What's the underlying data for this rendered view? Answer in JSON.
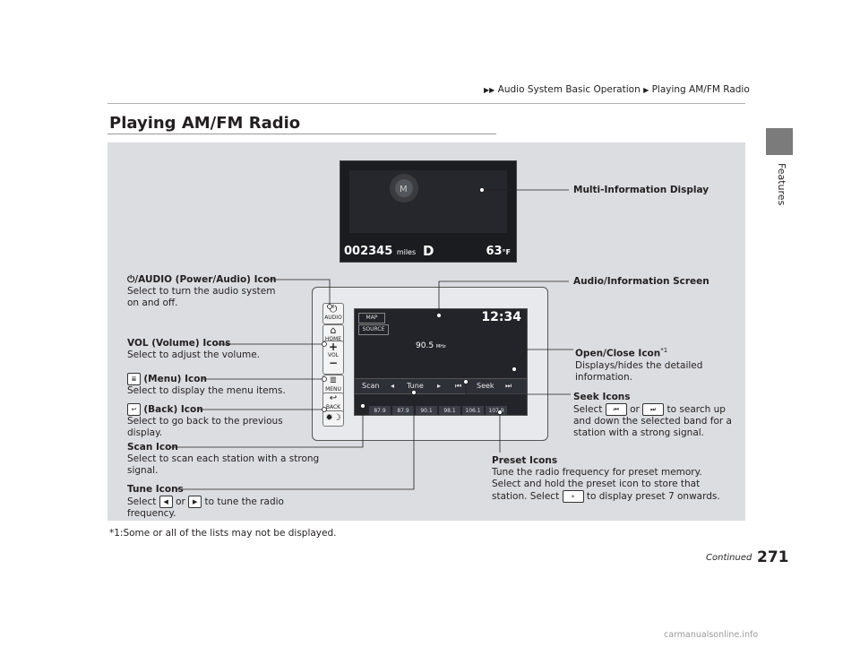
{
  "breadcrumb": {
    "part1": "Audio System Basic Operation",
    "part2": "Playing AM/FM Radio"
  },
  "page_title": "Playing AM/FM Radio",
  "side_tab": "Features",
  "mid_display": {
    "odometer": "002345",
    "odometer_unit": "miles",
    "gear": "D",
    "temperature": "63",
    "temperature_unit": "°F"
  },
  "screen": {
    "clock": "12:34",
    "map_label": "MAP",
    "source_label": "SOURCE",
    "frequency": "90.5",
    "frequency_unit": "MHz",
    "scan": "Scan",
    "tune": "Tune",
    "seek": "Seek",
    "presets": [
      "87.9",
      "87.9",
      "90.1",
      "98.1",
      "106.1",
      "107.9"
    ]
  },
  "unit_buttons": {
    "power": "AUDIO",
    "home": "HOME",
    "vol": "VOL",
    "menu": "MENU",
    "back": "BACK"
  },
  "callouts": {
    "power_title": "/AUDIO (Power/Audio) Icon",
    "power_desc1": "Select to turn the audio system",
    "power_desc2": "on and off.",
    "vol_title": "VOL (Volume) Icons",
    "vol_desc": "Select to adjust the volume.",
    "menu_title": "(Menu) Icon",
    "menu_desc": "Select to display the menu items.",
    "back_title": "(Back) Icon",
    "back_desc1": "Select to go back to the previous",
    "back_desc2": "display.",
    "scan_title": "Scan Icon",
    "scan_desc1": "Select to scan each station with a strong",
    "scan_desc2": "signal.",
    "tune_title": "Tune Icons",
    "tune_desc_a": "Select",
    "tune_desc_or": "or",
    "tune_desc_b": "to tune the radio",
    "tune_desc2": "frequency.",
    "mid_title": "Multi-Information Display",
    "screen_title": "Audio/Information Screen",
    "openclose_title": "Open/Close Icon",
    "openclose_sup": "*1",
    "openclose_desc1": "Displays/hides the detailed",
    "openclose_desc2": "information.",
    "seek_title": "Seek Icons",
    "seek_desc_a": "Select",
    "seek_desc_or": "or",
    "seek_desc_b": "to search up",
    "seek_desc2": "and down the selected band for a",
    "seek_desc3": "station with a strong signal.",
    "preset_title": "Preset Icons",
    "preset_desc1": "Tune the radio frequency for preset memory.",
    "preset_desc2": "Select and hold the preset icon to store that",
    "preset_desc3_a": "station. Select",
    "preset_desc3_b": "to display preset 7 onwards."
  },
  "footnote": "*1:Some or all of the lists may not be displayed.",
  "page_number": "271",
  "continued": "Continued",
  "watermark": "carmanualsonline.info"
}
